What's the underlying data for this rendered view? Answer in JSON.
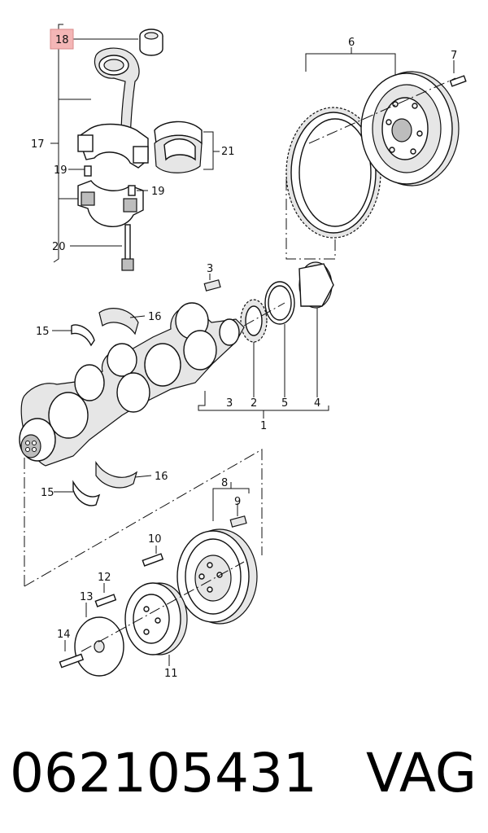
{
  "diagram": {
    "highlight_label": "18",
    "labels": {
      "l1": "1",
      "l2": "2",
      "l3a": "3",
      "l3b": "3",
      "l4": "4",
      "l5": "5",
      "l6": "6",
      "l7": "7",
      "l8": "8",
      "l9": "9",
      "l10": "10",
      "l11": "11",
      "l12": "12",
      "l13": "13",
      "l14": "14",
      "l15a": "15",
      "l15b": "15",
      "l16a": "16",
      "l16b": "16",
      "l17": "17",
      "l19a": "19",
      "l19b": "19",
      "l20": "20",
      "l21": "21"
    },
    "highlight_color": "#f4b6b6"
  },
  "footer": {
    "part_number": "062105431",
    "brand": "VAG"
  }
}
